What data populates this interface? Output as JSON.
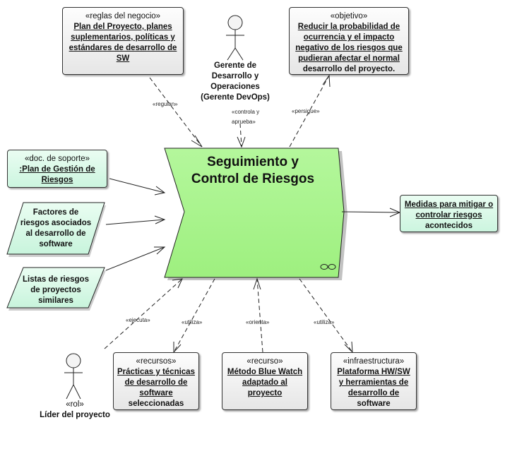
{
  "process": {
    "title_line1": "Seguimiento y",
    "title_line2": "Control de Riesgos",
    "fill_color": "#a6f58a"
  },
  "top_left_box": {
    "stereotype": "«reglas del negocio»",
    "lines": [
      "Plan del Proyecto, planes",
      "suplementarios, políticas y",
      "estándares de desarrollo de",
      "SW"
    ]
  },
  "top_right_box": {
    "stereotype": "«objetivo»",
    "lines": [
      "Reducir la probabilidad de",
      "ocurrencia y el impacto",
      "negativo de los riesgos que",
      "pudieran afectar el normal",
      "desarrollo del proyecto."
    ]
  },
  "actor_top": {
    "lines": [
      "Gerente de",
      "Desarrollo y",
      "Operaciones",
      "(Gerente DevOps)"
    ]
  },
  "left_doc_box": {
    "stereotype": "«doc. de soporte»",
    "lines": [
      ":Plan de Gestión de",
      "Riesgos"
    ]
  },
  "left_para_1": {
    "lines": [
      "Factores de",
      "riesgos asociados",
      "al desarrollo de",
      "software"
    ]
  },
  "left_para_2": {
    "lines": [
      "Listas de riesgos",
      "de proyectos",
      "similares"
    ]
  },
  "right_box": {
    "lines": [
      "Medidas para mitigar o",
      "controlar riesgos",
      "acontecidos"
    ]
  },
  "bottom_box_1": {
    "stereotype": "«recursos»",
    "lines": [
      "Prácticas y técnicas",
      "de desarrollo de",
      "software",
      "seleccionadas"
    ]
  },
  "bottom_box_2": {
    "stereotype": "«recurso»",
    "lines": [
      "Método Blue Watch",
      "adaptado al",
      "proyecto"
    ]
  },
  "bottom_box_3": {
    "stereotype": "«infraestructura»",
    "lines": [
      "Plataforma HW/SW",
      "y herramientas de",
      "desarrollo de",
      "software"
    ]
  },
  "actor_bottom": {
    "stereotype": "«rol»",
    "name": "Líder del proyecto"
  },
  "edge_labels": {
    "regulan": "«regulan»",
    "controla_line1": "«controla y",
    "controla_line2": "aprueba»",
    "persigue": "«persigue»",
    "ejecuta": "«ejecuta»",
    "utiliza_left": "«utiliza»",
    "orienta": "«orienta»",
    "utiliza_right": "«utiliza»"
  }
}
